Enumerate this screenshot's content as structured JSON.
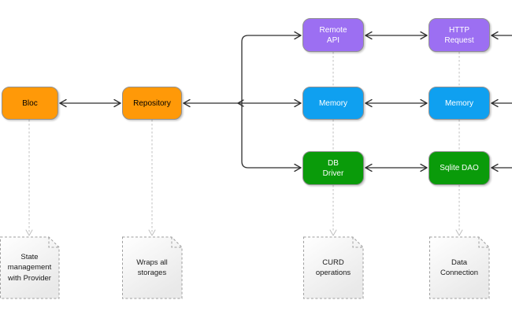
{
  "diagram": {
    "background_color": "#ffffff",
    "colors": {
      "orange": "#FF9908",
      "purple": "#9C6FF2",
      "blue": "#0FA0F0",
      "green": "#0A9B0A",
      "connector": "#2f2f2f",
      "dashed_connector": "#bfbfbf",
      "note_border": "#9e9e9e"
    },
    "nodes": [
      {
        "id": "bloc",
        "label": "Bloc",
        "fill": "#FF9908",
        "text_color": "#000000"
      },
      {
        "id": "repository",
        "label": "Repository",
        "fill": "#FF9908",
        "text_color": "#000000"
      },
      {
        "id": "remote-api",
        "label": "Remote\nAPI",
        "fill": "#9C6FF2",
        "text_color": "#ffffff"
      },
      {
        "id": "http-request",
        "label": "HTTP\nRequest",
        "fill": "#9C6FF2",
        "text_color": "#ffffff"
      },
      {
        "id": "memory-left",
        "label": "Memory",
        "fill": "#0FA0F0",
        "text_color": "#ffffff"
      },
      {
        "id": "memory-right",
        "label": "Memory",
        "fill": "#0FA0F0",
        "text_color": "#ffffff"
      },
      {
        "id": "db-driver",
        "label": "DB\nDriver",
        "fill": "#0A9B0A",
        "text_color": "#ffffff"
      },
      {
        "id": "sqlite-dao",
        "label": "Sqlite DAO",
        "fill": "#0A9B0A",
        "text_color": "#ffffff"
      }
    ],
    "notes": [
      {
        "id": "note-bloc",
        "label": "State\nmanagement\nwith Provider"
      },
      {
        "id": "note-repository",
        "label": "Wraps all\nstorages"
      },
      {
        "id": "note-db-driver",
        "label": "CURD\noperations"
      },
      {
        "id": "note-sqlite-dao",
        "label": "Data\nConnection"
      }
    ],
    "edges": [
      {
        "from": "Bloc",
        "to": "Repository",
        "style": "bidirectional"
      },
      {
        "from": "Repository",
        "to": "Remote API",
        "style": "bidirectional-branch"
      },
      {
        "from": "Repository",
        "to": "Memory",
        "style": "bidirectional-branch"
      },
      {
        "from": "Repository",
        "to": "DB Driver",
        "style": "bidirectional-branch"
      },
      {
        "from": "Remote API",
        "to": "HTTP Request",
        "style": "bidirectional"
      },
      {
        "from": "Memory",
        "to": "Memory",
        "style": "bidirectional"
      },
      {
        "from": "DB Driver",
        "to": "Sqlite DAO",
        "style": "bidirectional"
      },
      {
        "from": "HTTP Request",
        "to": "offscreen-right",
        "style": "arrow-in"
      },
      {
        "from": "Memory",
        "to": "offscreen-right",
        "style": "arrow-in"
      },
      {
        "from": "Sqlite DAO",
        "to": "offscreen-right",
        "style": "arrow-in"
      },
      {
        "from": "Bloc",
        "to": "State management with Provider",
        "style": "dashed"
      },
      {
        "from": "Repository",
        "to": "Wraps all storages",
        "style": "dashed"
      },
      {
        "from": "DB Driver",
        "to": "CURD operations",
        "style": "dashed"
      },
      {
        "from": "Sqlite DAO",
        "to": "Data Connection",
        "style": "dashed"
      }
    ]
  }
}
